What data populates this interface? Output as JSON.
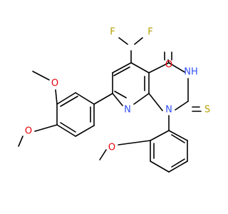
{
  "structure": {
    "colors": {
      "carbon_bond": "#000000",
      "F": "#b5a000",
      "O": "#e8000b",
      "N": "#3050f8",
      "S": "#b5a000",
      "background": "#ffffff"
    },
    "labels": {
      "F1": "F",
      "F2": "F",
      "O_carbonyl": "O",
      "NH": "NH",
      "N_pyridine": "N",
      "N1": "N",
      "S": "S",
      "O_meta": "O",
      "O_para": "O",
      "O_ortho": "O"
    }
  }
}
